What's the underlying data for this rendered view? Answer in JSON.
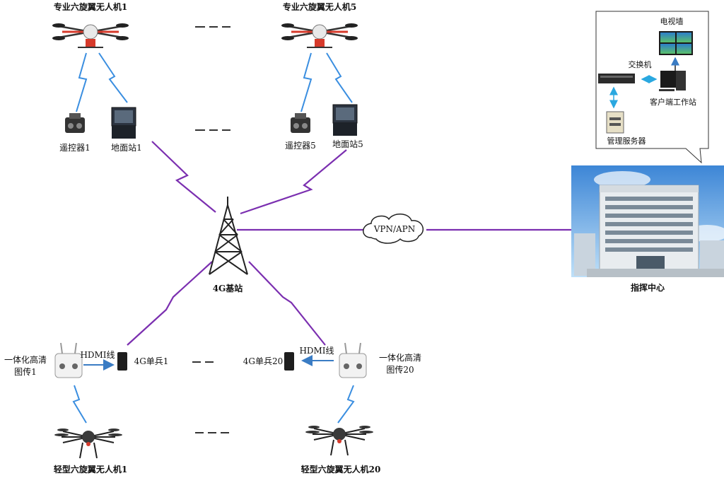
{
  "drones_pro": [
    {
      "label": "专业六旋翼无人机1"
    },
    {
      "label": "专业六旋翼无人机5"
    }
  ],
  "ground_pro": [
    {
      "remote": "遥控器1",
      "station": "地面站1"
    },
    {
      "remote": "遥控器5",
      "station": "地面站5"
    }
  ],
  "base_station": {
    "label": "4G基站"
  },
  "cloud": {
    "label": "VPN/APN"
  },
  "command_center": {
    "label": "指挥中心"
  },
  "command_detail": {
    "tv_wall": "电视墙",
    "switch": "交换机",
    "workstation": "客户端工作站",
    "server": "管理服务器"
  },
  "light_units": [
    {
      "hd_link": "一体化高清图传1",
      "hd_link_line1": "一体化高清",
      "hd_link_line2": "图传1",
      "cable": "HDMI线",
      "soldier": "4G单兵1",
      "drone": "轻型六旋翼无人机1"
    },
    {
      "hd_link": "一体化高清图传20",
      "hd_link_line1": "一体化高清",
      "hd_link_line2": "图传20",
      "cable": "HDMI线",
      "soldier": "4G单兵20",
      "drone": "轻型六旋翼无人机20"
    }
  ],
  "colors": {
    "link_purple": "#7b2fb0",
    "link_blue": "#3a8ee0",
    "arrow_blue": "#3a7cc4",
    "accent_red": "#d63a2b"
  }
}
